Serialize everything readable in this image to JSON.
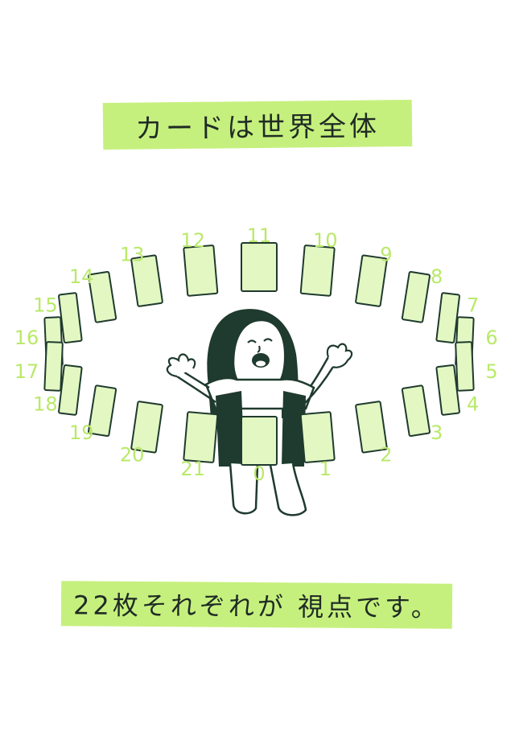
{
  "captions": {
    "top": "カードは世界全体",
    "bottom": "22枚それぞれが 視点です。"
  },
  "cards": {
    "count": 22,
    "numbers": [
      "0",
      "1",
      "2",
      "3",
      "4",
      "5",
      "6",
      "7",
      "8",
      "9",
      "10",
      "11",
      "12",
      "13",
      "14",
      "15",
      "16",
      "17",
      "18",
      "19",
      "20",
      "21"
    ]
  },
  "colors": {
    "card_fill": "#e2f7c2",
    "card_stroke": "#1f3a2e",
    "number_color": "#b9e96a",
    "caption_bg": "#c6f07e",
    "ink": "#1f3a2e"
  },
  "figure": {
    "name": "person-with-open-arms"
  }
}
